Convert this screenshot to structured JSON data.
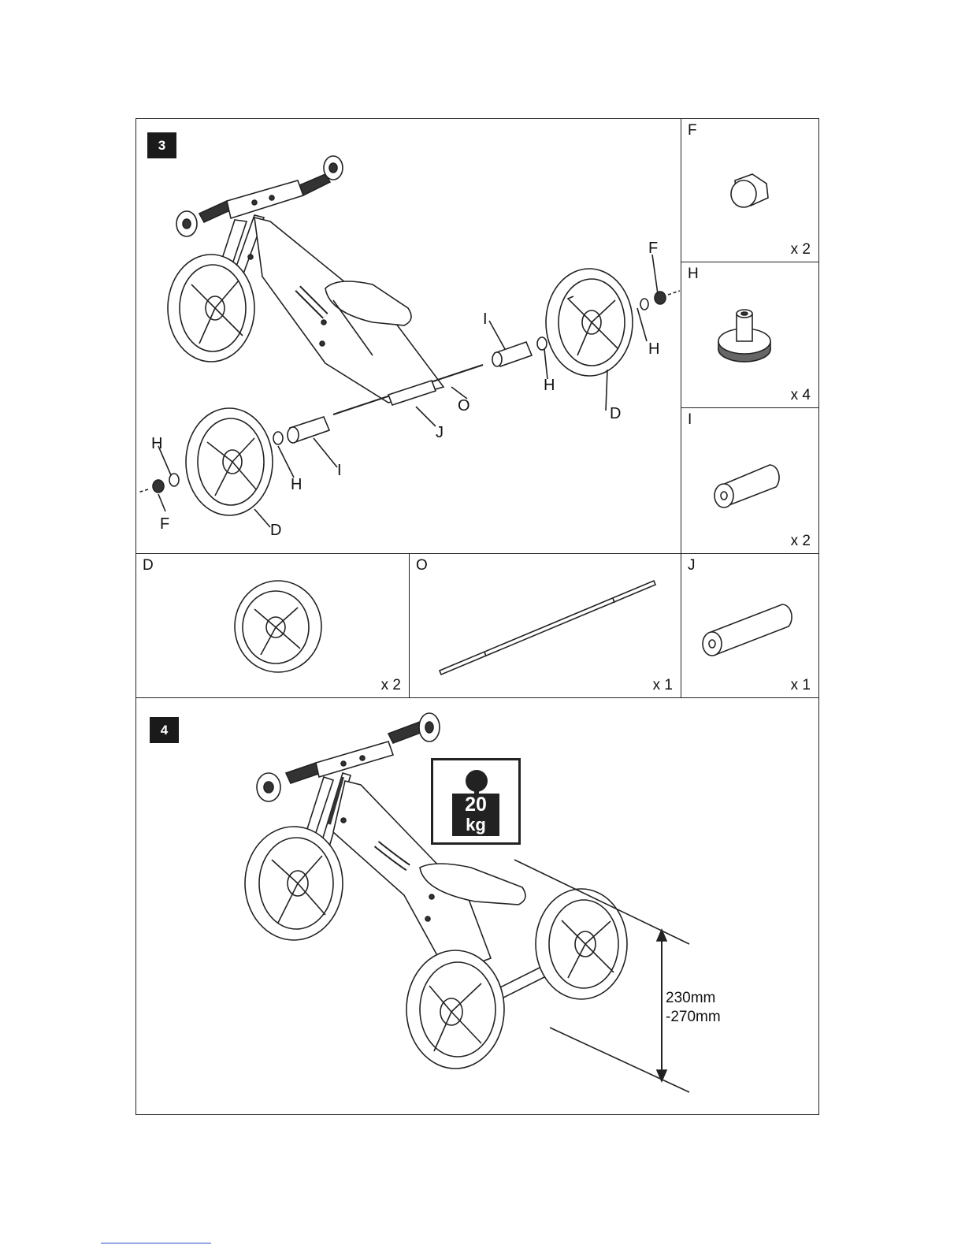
{
  "step3": {
    "number": "3",
    "callouts": [
      "F",
      "H",
      "I",
      "H",
      "O",
      "D",
      "J",
      "H",
      "H",
      "I",
      "F",
      "D"
    ]
  },
  "parts": {
    "F": {
      "letter": "F",
      "qty": "x 2",
      "icon": "hex-nut-icon"
    },
    "H": {
      "letter": "H",
      "qty": "x 4",
      "icon": "bushing-icon"
    },
    "I": {
      "letter": "I",
      "qty": "x 2",
      "icon": "short-tube-icon"
    },
    "D": {
      "letter": "D",
      "qty": "x 2",
      "icon": "wheel-icon"
    },
    "O": {
      "letter": "O",
      "qty": "x 1",
      "icon": "axle-rod-icon"
    },
    "J": {
      "letter": "J",
      "qty": "x 1",
      "icon": "long-tube-icon"
    }
  },
  "step4": {
    "number": "4",
    "weight_value": "20",
    "weight_unit": "kg",
    "height_min": "230mm",
    "height_max": "-270mm"
  }
}
